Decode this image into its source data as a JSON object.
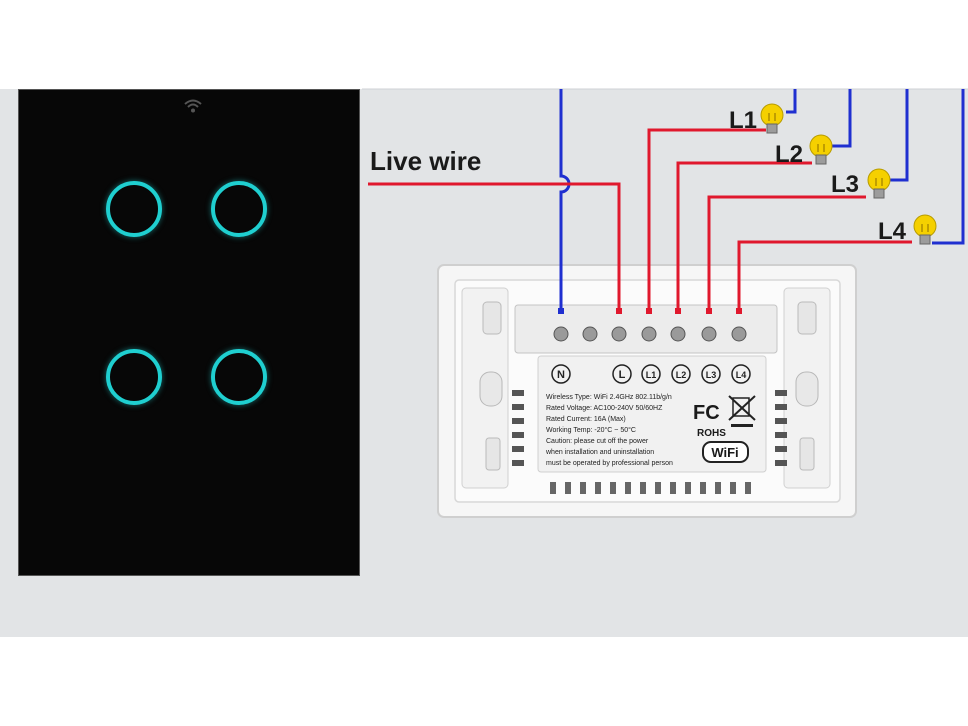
{
  "wiring": {
    "live_wire_label": "Live wire",
    "lamp_labels": [
      "L1",
      "L2",
      "L3",
      "L4"
    ],
    "terminal_labels": [
      "N",
      "L",
      "L1",
      "L2",
      "L3",
      "L4"
    ]
  },
  "specs": {
    "wireless_type": "Wireless Type: WiFi 2.4GHz 802.11b/g/n",
    "rated_voltage": "Rated Voltage: AC100-240V 50/60HZ",
    "rated_current": "Rated Current:  16A (Max)",
    "working_temp": "Working Temp: -20°C ~ 50°C",
    "caution_1": "Caution: please cut off the power",
    "caution_2": "when installation and uninstallation",
    "caution_3": "must be operated by professional person"
  },
  "marks": {
    "fc": "FC",
    "rohs": "ROHS",
    "wifi": "WiFi"
  },
  "colors": {
    "live": "#e0182d",
    "neutral": "#1f2fd0",
    "touch_ring": "#1fcfd0",
    "bulb": "#f5d000"
  },
  "icons": [
    "wifi-icon",
    "bulb-icon",
    "weee-bin-icon"
  ]
}
